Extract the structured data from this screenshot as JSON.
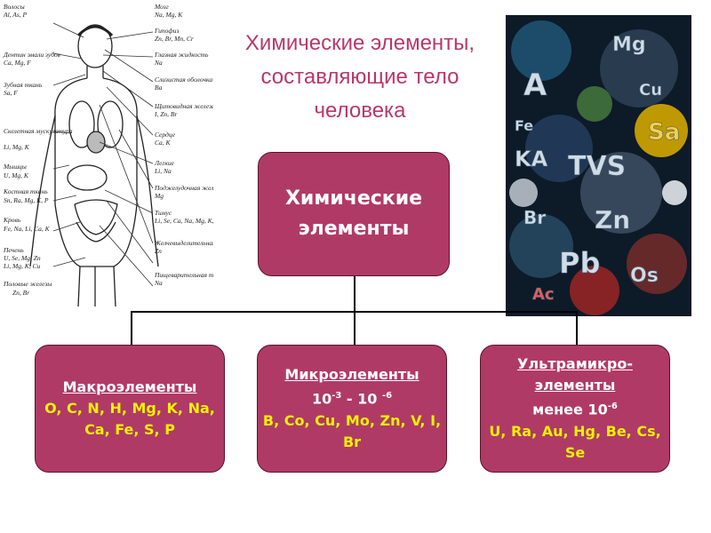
{
  "title": "Химические элементы,\nсоставляющие тело\nчеловека",
  "root": {
    "line1": "Химические",
    "line2": "элементы"
  },
  "macro": {
    "heading": "Макроэлементы",
    "elements": "O, C, N, H, Mg, K, Na, Ca, Fe, S, P"
  },
  "micro": {
    "heading": "Микроэлементы",
    "range_start": "10",
    "range_start_exp": "-3",
    "range_dash": " - 10 ",
    "range_end_exp": "-6",
    "elements": "B, Co, Cu, Mo, Zn, V, I, Br"
  },
  "ultra": {
    "heading_1": "Ультрамикро-",
    "heading_2": "элементы",
    "amount": "менее 10",
    "amount_exp": "-6",
    "elements": "U, Ra, Au, Hg, Be, Cs, Se"
  },
  "anatomy_labels": {
    "left": [
      "Волосы",
      "Al, As, P",
      "Дентин эмали зубов",
      "Ca, Mg, F",
      "Зубная ткань",
      "Sa, F",
      "Скелетная мускулатура",
      "Li, Mg, K",
      "Мышцы",
      "U, Mg, K",
      "Костная ткань",
      "Sn, Ra, Mg, K, P",
      "Кровь",
      "Fe, Na, Li, Ca, K",
      "Печень",
      "U, Se, Mg, Zn",
      "Li, Mg, K, Cu",
      "Половые железы",
      "Zn, Br"
    ],
    "right": [
      "Мозг",
      "Na, Mg, K",
      "Гипофиз",
      "Zn, Br, Mn, Cr",
      "Глазная жидкость",
      "Na",
      "Слизистая оболочка",
      "Ba",
      "Щитовидная железа",
      "I, Zn, Br",
      "Сердце",
      "Ca, K",
      "Легкие",
      "Li, Na",
      "Поджелудочная железа",
      "Mg",
      "Тимус",
      "Li, Se, Ca, Na, Mg, K, Mn, Cd, Hg",
      "Желчевыделительная система",
      "Zn",
      "Пищеварительная тракт",
      "Na"
    ]
  },
  "colors": {
    "title": "#b8386b",
    "box_fill": "#b03a66",
    "elements_text": "#f4f000",
    "label_text": "#ffffff"
  },
  "icons": {
    "anatomy": "human-anatomy-illustration",
    "collage": "chemical-symbols-collage"
  }
}
